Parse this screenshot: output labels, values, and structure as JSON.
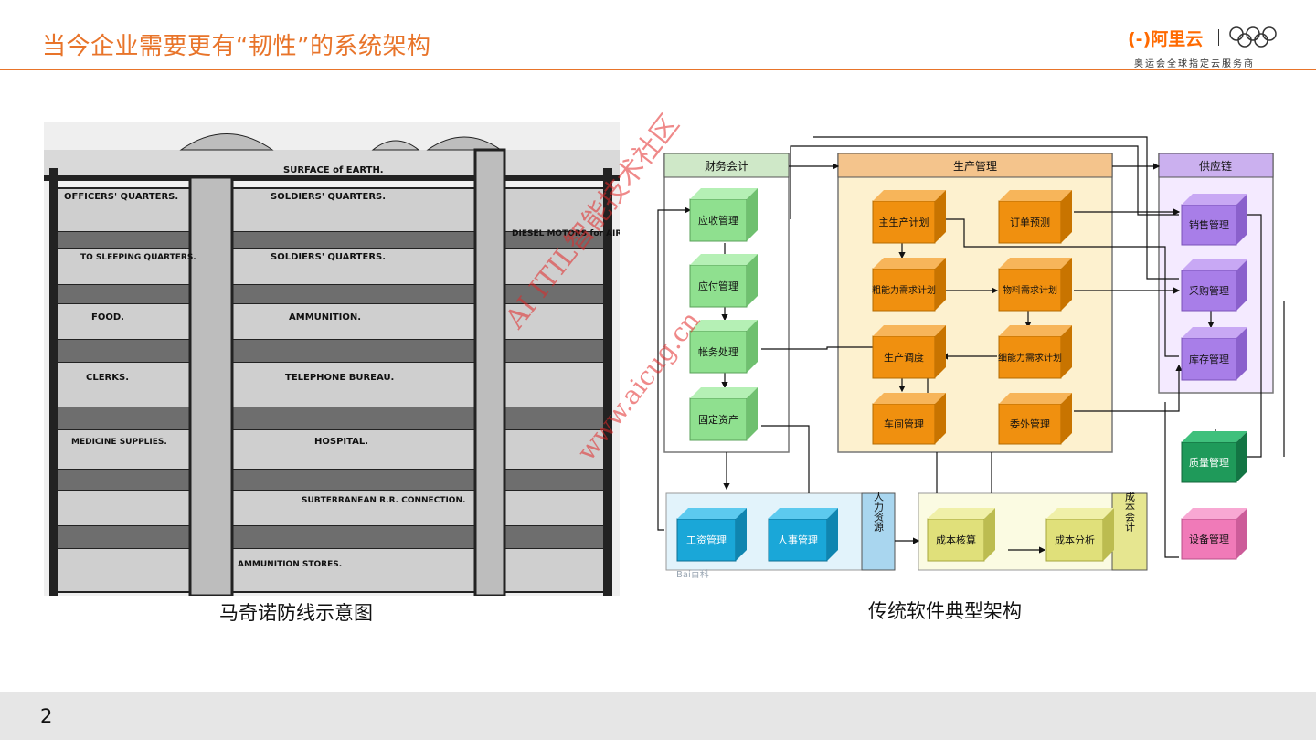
{
  "header": {
    "title": "当今企业需要更有“韧性”的系统架构",
    "logo_brand": "(-)阿里云",
    "logo_sub": "奥运会全球指定云服务商"
  },
  "left_panel": {
    "caption": "马奇诺防线示意图",
    "image_labels": [
      "SURFACE of EARTH.",
      "OFFICERS' QUARTERS.",
      "SOLDIERS' QUARTERS.",
      "DIESEL MOTORS for AIR and LIGHT.",
      "TO SLEEPING QUARTERS.",
      "SOLDIERS' QUARTERS.",
      "FOOD.",
      "AMMUNITION.",
      "CLERKS.",
      "TELEPHONE BUREAU.",
      "MEDICINE SUPPLIES.",
      "HOSPITAL.",
      "SUBTERRANEAN R.R. CONNECTION.",
      "AMMUNITION STORES."
    ]
  },
  "right_panel": {
    "caption": "传统软件典型架构",
    "groups": {
      "finance": "财务会计",
      "production": "生产管理",
      "supply": "供应链",
      "hr": "人力资源",
      "cost": "成本会计"
    },
    "modules": {
      "receivable": "应收管理",
      "payable": "应付管理",
      "ledger": "帐务处理",
      "assets": "固定资产",
      "mps": "主生产计划",
      "order": "订单预测",
      "rccp": "粗能力需求计划",
      "mrp": "物料需求计划",
      "scheduling": "生产调度",
      "crp": "细能力需求计划",
      "workshop": "车间管理",
      "outsource": "委外管理",
      "sales": "销售管理",
      "purchase": "采购管理",
      "inventory": "库存管理",
      "quality": "质量管理",
      "equipment": "设备管理",
      "payroll": "工资管理",
      "personnel": "人事管理",
      "cost_calc": "成本核算",
      "cost_analysis": "成本分析"
    },
    "credit": "Bai百科"
  },
  "watermark": {
    "line1": "AI ITIL智能技术社区",
    "line2": "www.aicug.cn"
  },
  "footer": {
    "page_number": "2"
  },
  "colors": {
    "accent": "#e8742a",
    "finance_module": "#8fe08f",
    "production_module": "#f0900f",
    "supply_module": "#a87ee8",
    "quality_module": "#1f9a5a",
    "equipment_module": "#f07ab8",
    "hr_module": "#1aa7d8",
    "cost_module": "#e0e07a"
  }
}
